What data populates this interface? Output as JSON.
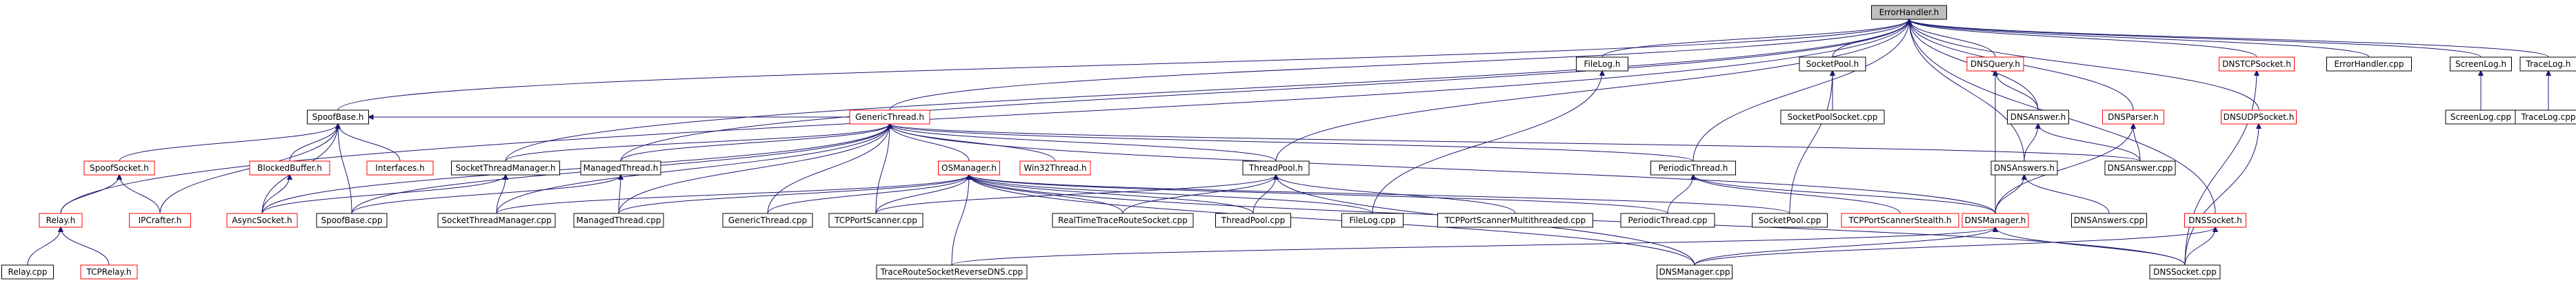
{
  "diagram": {
    "type": "include-dependency-graph",
    "colors": {
      "root_fill": "#bfbfbf",
      "node_fill": "#ffffff",
      "node_border_black": "#000000",
      "node_border_red": "#ff0000",
      "edge": "#191970",
      "background": "#ffffff"
    },
    "nodes": [
      {
        "id": "errorhandler_h",
        "label": "ErrorHandler.h",
        "border": "black",
        "root": true
      },
      {
        "id": "spoofbase_h",
        "label": "SpoofBase.h",
        "border": "black"
      },
      {
        "id": "genericthread_h",
        "label": "GenericThread.h",
        "border": "red"
      },
      {
        "id": "filelog_h",
        "label": "FileLog.h",
        "border": "black"
      },
      {
        "id": "socketpool_h",
        "label": "SocketPool.h",
        "border": "black"
      },
      {
        "id": "dnsquery_h",
        "label": "DNSQuery.h",
        "border": "red"
      },
      {
        "id": "dnstcpsocket_h",
        "label": "DNSTCPSocket.h",
        "border": "red"
      },
      {
        "id": "errorhandler_cpp",
        "label": "ErrorHandler.cpp",
        "border": "black"
      },
      {
        "id": "screenlog_h",
        "label": "ScreenLog.h",
        "border": "black"
      },
      {
        "id": "tracelog_h",
        "label": "TraceLog.h",
        "border": "black"
      },
      {
        "id": "dnsanswer_h",
        "label": "DNSAnswer.h",
        "border": "black"
      },
      {
        "id": "dnsparser_h",
        "label": "DNSParser.h",
        "border": "red"
      },
      {
        "id": "dnsudpsocket_h",
        "label": "DNSUDPSocket.h",
        "border": "red"
      },
      {
        "id": "socketpoolsocket_cpp",
        "label": "SocketPoolSocket.cpp",
        "border": "black"
      },
      {
        "id": "screenlog_cpp",
        "label": "ScreenLog.cpp",
        "border": "black"
      },
      {
        "id": "tracelog_cpp",
        "label": "TraceLog.cpp",
        "border": "black"
      },
      {
        "id": "spoofsocket_h",
        "label": "SpoofSocket.h",
        "border": "red"
      },
      {
        "id": "blockedbuffer_h",
        "label": "BlockedBuffer.h",
        "border": "red"
      },
      {
        "id": "interfaces_h",
        "label": "Interfaces.h",
        "border": "red"
      },
      {
        "id": "socketthreadmanager_h",
        "label": "SocketThreadManager.h",
        "border": "black"
      },
      {
        "id": "managedthread_h",
        "label": "ManagedThread.h",
        "border": "black"
      },
      {
        "id": "osmanager_h",
        "label": "OSManager.h",
        "border": "red"
      },
      {
        "id": "win32thread_h",
        "label": "Win32Thread.h",
        "border": "red"
      },
      {
        "id": "threadpool_h",
        "label": "ThreadPool.h",
        "border": "black"
      },
      {
        "id": "periodicthread_h",
        "label": "PeriodicThread.h",
        "border": "black"
      },
      {
        "id": "dnsanswers_h",
        "label": "DNSAnswers.h",
        "border": "black"
      },
      {
        "id": "dnsanswer_cpp",
        "label": "DNSAnswer.cpp",
        "border": "black"
      },
      {
        "id": "relay_h",
        "label": "Relay.h",
        "border": "red"
      },
      {
        "id": "ipcrafter_h",
        "label": "IPCrafter.h",
        "border": "red"
      },
      {
        "id": "asyncsocket_h",
        "label": "AsyncSocket.h",
        "border": "red"
      },
      {
        "id": "spoofbase_cpp",
        "label": "SpoofBase.cpp",
        "border": "black"
      },
      {
        "id": "socketthreadmanager_cpp",
        "label": "SocketThreadManager.cpp",
        "border": "black"
      },
      {
        "id": "managedthread_cpp",
        "label": "ManagedThread.cpp",
        "border": "black"
      },
      {
        "id": "genericthread_cpp",
        "label": "GenericThread.cpp",
        "border": "black"
      },
      {
        "id": "tcpportscanner_cpp",
        "label": "TCPPortScanner.cpp",
        "border": "black"
      },
      {
        "id": "realtimetraceroutesocket_cpp",
        "label": "RealTimeTraceRouteSocket.cpp",
        "border": "black"
      },
      {
        "id": "threadpool_cpp",
        "label": "ThreadPool.cpp",
        "border": "black"
      },
      {
        "id": "filelog_cpp",
        "label": "FileLog.cpp",
        "border": "black"
      },
      {
        "id": "tcpportscannermultithreaded_cpp",
        "label": "TCPPortScannerMultithreaded.cpp",
        "border": "black"
      },
      {
        "id": "periodicthread_cpp",
        "label": "PeriodicThread.cpp",
        "border": "black"
      },
      {
        "id": "socketpool_cpp",
        "label": "SocketPool.cpp",
        "border": "black"
      },
      {
        "id": "tcpportscannerstealth_h",
        "label": "TCPPortScannerStealth.h",
        "border": "red"
      },
      {
        "id": "dnsmanager_h",
        "label": "DNSManager.h",
        "border": "red"
      },
      {
        "id": "dnsanswers_cpp",
        "label": "DNSAnswers.cpp",
        "border": "black"
      },
      {
        "id": "dnssocket_h",
        "label": "DNSSocket.h",
        "border": "red"
      },
      {
        "id": "relay_cpp",
        "label": "Relay.cpp",
        "border": "black"
      },
      {
        "id": "tcprelay_h",
        "label": "TCPRelay.h",
        "border": "red"
      },
      {
        "id": "traceroutesocketreversedns_cpp",
        "label": "TraceRouteSocketReverseDNS.cpp",
        "border": "black"
      },
      {
        "id": "dnsmanager_cpp",
        "label": "DNSManager.cpp",
        "border": "black"
      },
      {
        "id": "dnssocket_cpp",
        "label": "DNSSocket.cpp",
        "border": "black"
      }
    ],
    "edges": [
      [
        "errorhandler_h",
        "spoofbase_h"
      ],
      [
        "errorhandler_h",
        "genericthread_h"
      ],
      [
        "errorhandler_h",
        "filelog_h"
      ],
      [
        "errorhandler_h",
        "socketpool_h"
      ],
      [
        "errorhandler_h",
        "dnsquery_h"
      ],
      [
        "errorhandler_h",
        "dnstcpsocket_h"
      ],
      [
        "errorhandler_h",
        "errorhandler_cpp"
      ],
      [
        "errorhandler_h",
        "screenlog_h"
      ],
      [
        "errorhandler_h",
        "tracelog_h"
      ],
      [
        "errorhandler_h",
        "dnsanswer_h"
      ],
      [
        "errorhandler_h",
        "dnsparser_h"
      ],
      [
        "errorhandler_h",
        "dnsudpsocket_h"
      ],
      [
        "errorhandler_h",
        "socketthreadmanager_h"
      ],
      [
        "errorhandler_h",
        "managedthread_h"
      ],
      [
        "errorhandler_h",
        "threadpool_h"
      ],
      [
        "errorhandler_h",
        "periodicthread_h"
      ],
      [
        "errorhandler_h",
        "dnsanswers_h"
      ],
      [
        "errorhandler_h",
        "relay_h"
      ],
      [
        "errorhandler_h",
        "dnssocket_h"
      ],
      [
        "spoofbase_h",
        "spoofsocket_h"
      ],
      [
        "spoofbase_h",
        "blockedbuffer_h"
      ],
      [
        "spoofbase_h",
        "interfaces_h"
      ],
      [
        "spoofbase_h",
        "ipcrafter_h"
      ],
      [
        "spoofbase_h",
        "asyncsocket_h"
      ],
      [
        "spoofbase_h",
        "spoofbase_cpp"
      ],
      [
        "genericthread_h",
        "spoofbase_h"
      ],
      [
        "genericthread_h",
        "socketthreadmanager_h"
      ],
      [
        "genericthread_h",
        "managedthread_h"
      ],
      [
        "genericthread_h",
        "osmanager_h"
      ],
      [
        "genericthread_h",
        "win32thread_h"
      ],
      [
        "genericthread_h",
        "threadpool_h"
      ],
      [
        "genericthread_h",
        "periodicthread_h"
      ],
      [
        "genericthread_h",
        "dnsanswer_cpp"
      ],
      [
        "genericthread_h",
        "dnsmanager_h"
      ],
      [
        "genericthread_h",
        "asyncsocket_h"
      ],
      [
        "genericthread_h",
        "spoofbase_cpp"
      ],
      [
        "genericthread_h",
        "socketthreadmanager_cpp"
      ],
      [
        "genericthread_h",
        "managedthread_cpp"
      ],
      [
        "genericthread_h",
        "genericthread_cpp"
      ],
      [
        "genericthread_h",
        "tcpportscanner_cpp"
      ],
      [
        "filelog_h",
        "filelog_cpp"
      ],
      [
        "socketpool_h",
        "socketpoolsocket_cpp"
      ],
      [
        "socketpool_h",
        "socketpool_cpp"
      ],
      [
        "dnsquery_h",
        "dnsanswer_h"
      ],
      [
        "dnsquery_h",
        "dnsmanager_h"
      ],
      [
        "dnstcpsocket_h",
        "dnssocket_cpp"
      ],
      [
        "screenlog_h",
        "screenlog_cpp"
      ],
      [
        "tracelog_h",
        "tracelog_cpp"
      ],
      [
        "dnsanswer_h",
        "dnsanswers_h"
      ],
      [
        "dnsanswer_h",
        "dnsanswer_cpp"
      ],
      [
        "dnsparser_h",
        "dnsanswer_cpp"
      ],
      [
        "dnsparser_h",
        "dnsmanager_h"
      ],
      [
        "dnsudpsocket_h",
        "dnssocket_cpp"
      ],
      [
        "spoofsocket_h",
        "relay_h"
      ],
      [
        "spoofsocket_h",
        "ipcrafter_h"
      ],
      [
        "blockedbuffer_h",
        "asyncsocket_h"
      ],
      [
        "socketthreadmanager_h",
        "socketthreadmanager_cpp"
      ],
      [
        "socketthreadmanager_h",
        "asyncsocket_h"
      ],
      [
        "managedthread_h",
        "managedthread_cpp"
      ],
      [
        "managedthread_h",
        "spoofbase_cpp"
      ],
      [
        "osmanager_h",
        "socketthreadmanager_cpp"
      ],
      [
        "osmanager_h",
        "managedthread_cpp"
      ],
      [
        "osmanager_h",
        "genericthread_cpp"
      ],
      [
        "osmanager_h",
        "tcpportscanner_cpp"
      ],
      [
        "osmanager_h",
        "realtimetraceroutesocket_cpp"
      ],
      [
        "osmanager_h",
        "threadpool_cpp"
      ],
      [
        "osmanager_h",
        "filelog_cpp"
      ],
      [
        "osmanager_h",
        "traceroutesocketreversedns_cpp"
      ],
      [
        "osmanager_h",
        "dnsmanager_cpp"
      ],
      [
        "osmanager_h",
        "dnssocket_cpp"
      ],
      [
        "osmanager_h",
        "socketpool_cpp"
      ],
      [
        "osmanager_h",
        "periodicthread_cpp"
      ],
      [
        "threadpool_h",
        "threadpool_cpp"
      ],
      [
        "threadpool_h",
        "tcpportscannermultithreaded_cpp"
      ],
      [
        "threadpool_h",
        "dnsmanager_cpp"
      ],
      [
        "threadpool_h",
        "tcpportscanner_cpp"
      ],
      [
        "threadpool_h",
        "realtimetraceroutesocket_cpp"
      ],
      [
        "periodicthread_h",
        "periodicthread_cpp"
      ],
      [
        "periodicthread_h",
        "tcpportscannerstealth_h"
      ],
      [
        "periodicthread_h",
        "dnsmanager_h"
      ],
      [
        "dnsanswers_h",
        "dnsmanager_h"
      ],
      [
        "dnsanswers_h",
        "dnsanswers_cpp"
      ],
      [
        "dnsmanager_h",
        "traceroutesocketreversedns_cpp"
      ],
      [
        "dnsmanager_h",
        "dnsmanager_cpp"
      ],
      [
        "dnsmanager_h",
        "dnssocket_cpp"
      ],
      [
        "dnssocket_h",
        "dnsmanager_cpp"
      ],
      [
        "dnssocket_h",
        "dnssocket_cpp"
      ],
      [
        "relay_h",
        "relay_cpp"
      ],
      [
        "relay_h",
        "tcprelay_h"
      ]
    ]
  }
}
